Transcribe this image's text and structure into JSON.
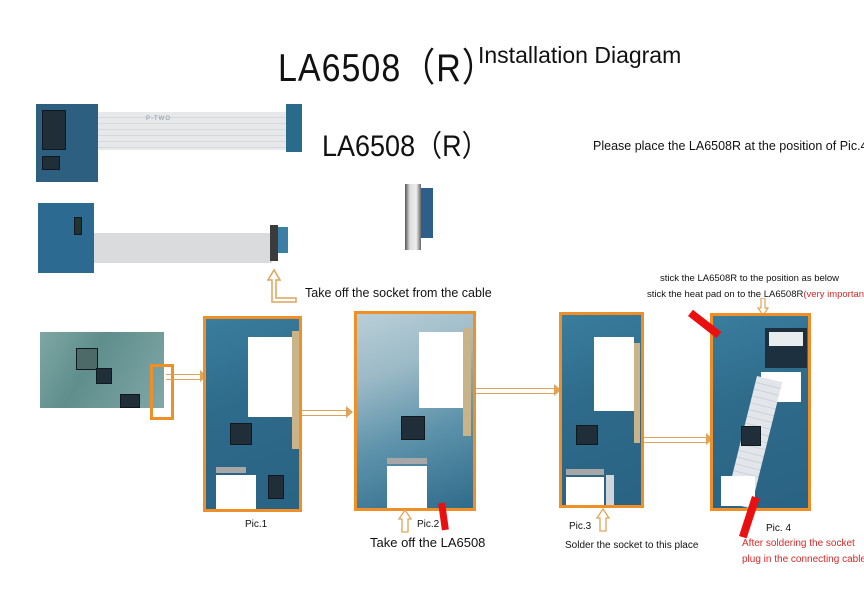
{
  "header": {
    "product": "LA6508（R）",
    "title": "Installation Diagram"
  },
  "product_label": "LA6508（R）",
  "instructions": {
    "top_right": "Please place the LA6508R at the position of Pic.4",
    "take_off_socket": "Take off the socket from the cable",
    "stick_position": "stick the LA6508R to the position as below",
    "stick_heat_pad": "stick the heat pad on to the LA6508R",
    "very_important": "(very important)",
    "take_off_la6508": "Take off the LA6508",
    "solder_socket": "Solder the socket to this place",
    "after_soldering_1": "After soldering the socket",
    "after_soldering_2": "plug in the connecting cable"
  },
  "pictures": [
    {
      "label": "Pic.1"
    },
    {
      "label": "Pic.2"
    },
    {
      "label": "Pic.3"
    },
    {
      "label": "Pic. 4"
    }
  ],
  "cable_print": "P-TWO",
  "colors": {
    "frame": "#ee8f27",
    "arrow": "#e0a35a",
    "warning": "#d42a2a",
    "marker": "#e81010",
    "pcb": "#2f6a8e"
  }
}
